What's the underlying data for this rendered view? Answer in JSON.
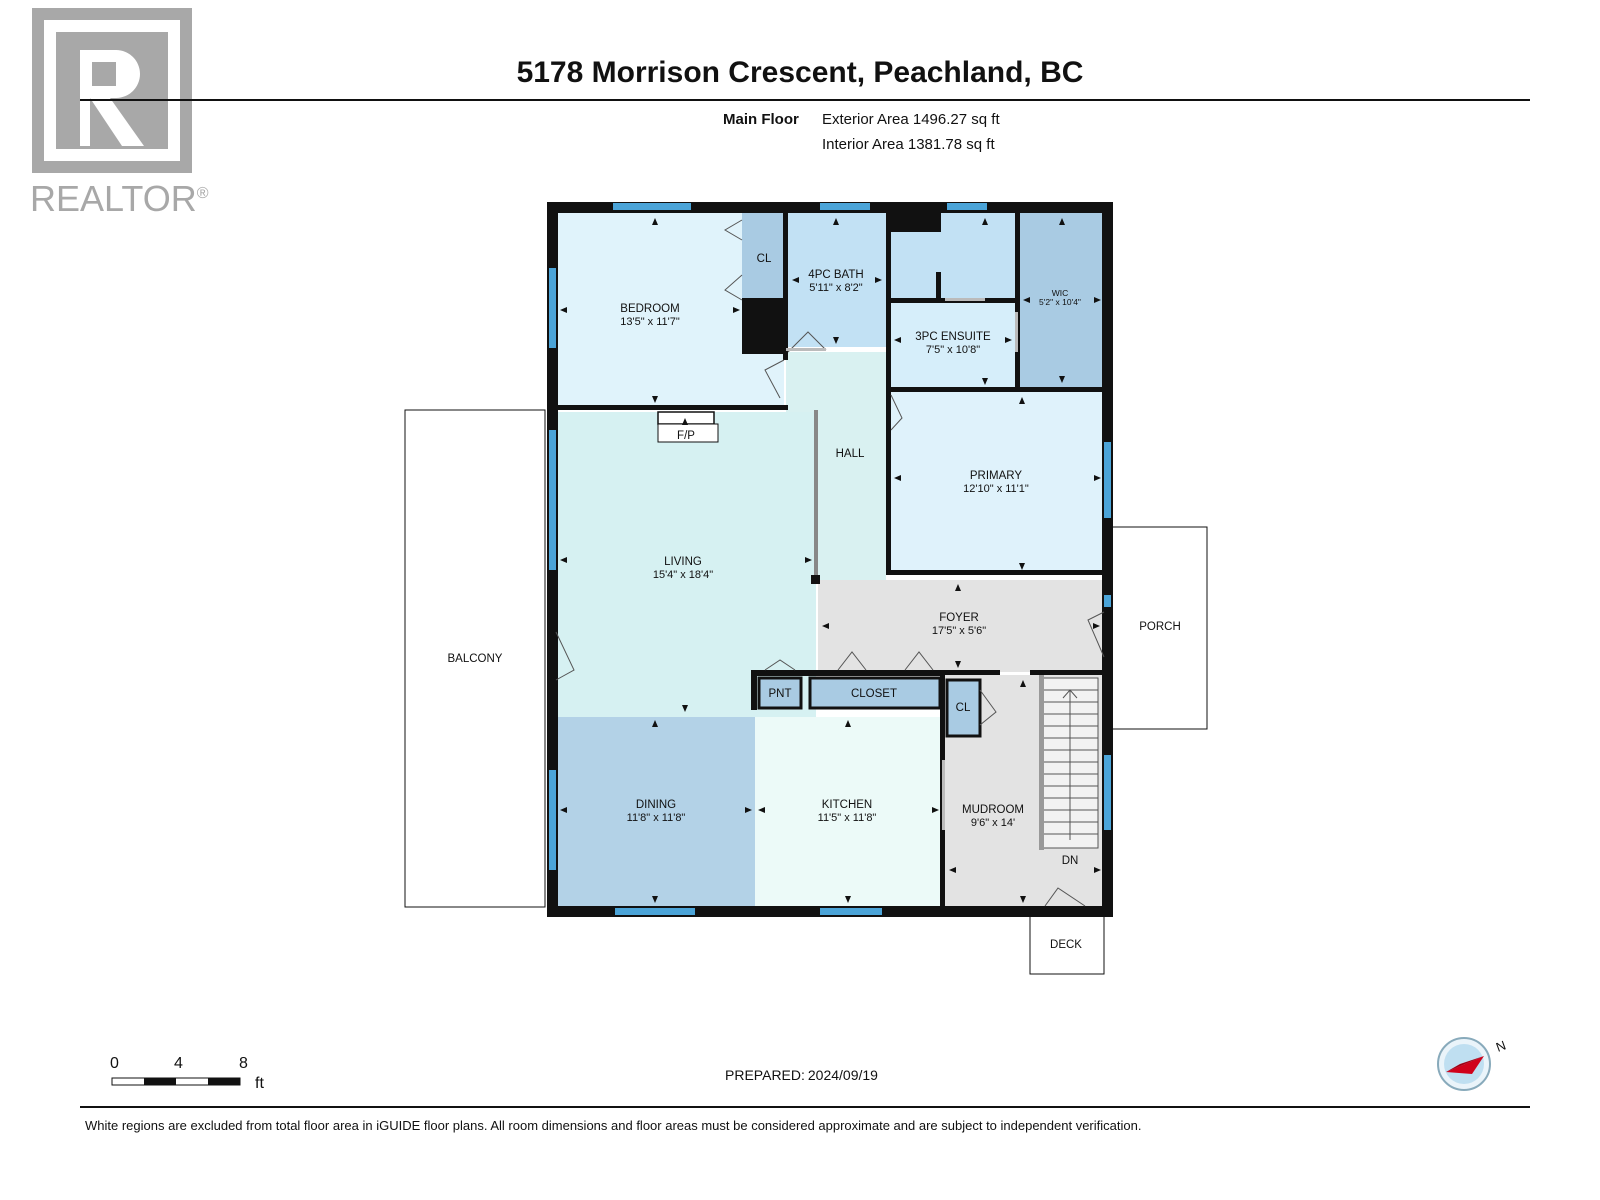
{
  "logo": {
    "name": "REALTOR",
    "registered": "®",
    "letter": "R"
  },
  "header": {
    "title": "5178 Morrison Crescent, Peachland, BC",
    "floor_label": "Main Floor",
    "exterior_area": "Exterior Area 1496.27 sq ft",
    "interior_area": "Interior Area 1381.78 sq ft"
  },
  "rooms": {
    "bedroom": {
      "name": "BEDROOM",
      "dims": "13'5\" x 11'7\""
    },
    "cl_bedroom": {
      "name": "CL"
    },
    "bath4": {
      "name": "4PC BATH",
      "dims": "5'11\" x 8'2\""
    },
    "ensuite": {
      "name": "3PC ENSUITE",
      "dims": "7'5\" x 10'8\""
    },
    "wic": {
      "name": "WIC",
      "dims": "5'2\" x 10'4\""
    },
    "hall": {
      "name": "HALL"
    },
    "primary": {
      "name": "PRIMARY",
      "dims": "12'10\" x 11'1\""
    },
    "fp": {
      "name": "F/P"
    },
    "living": {
      "name": "LIVING",
      "dims": "15'4\" x 18'4\""
    },
    "foyer": {
      "name": "FOYER",
      "dims": "17'5\" x 5'6\""
    },
    "porch": {
      "name": "PORCH"
    },
    "balcony": {
      "name": "BALCONY"
    },
    "pnt": {
      "name": "PNT"
    },
    "closet": {
      "name": "CLOSET"
    },
    "cl_mud": {
      "name": "CL"
    },
    "dining": {
      "name": "DINING",
      "dims": "11'8\" x 11'8\""
    },
    "kitchen": {
      "name": "KITCHEN",
      "dims": "11'5\" x 11'8\""
    },
    "mudroom": {
      "name": "MUDROOM",
      "dims": "9'6\" x 14'"
    },
    "stairs_dn": {
      "name": "DN"
    },
    "deck": {
      "name": "DECK"
    }
  },
  "scale": {
    "ticks": [
      "0",
      "4",
      "8"
    ],
    "unit": "ft"
  },
  "compass": {
    "label": "N"
  },
  "footer": {
    "prepared_label": "PREPARED:",
    "prepared_date": "2024/09/19",
    "disclaimer": "White regions are excluded from total floor area in iGUIDE floor plans. All room dimensions and floor areas must be considered approximate and are subject to independent verification."
  },
  "colors": {
    "bedroom": "#e0f3fb",
    "closet": "#a9cbe3",
    "bath": "#c2e1f4",
    "ensuite": "#d6eefa",
    "wic": "#a9cbe3",
    "hall": "#d9f1f1",
    "primary": "#dff2fb",
    "living": "#d6f1f2",
    "foyer": "#e3e3e3",
    "dining": "#b3d2e7",
    "kitchen": "#ecfaf8",
    "mudroom": "#e3e3e3",
    "wall": "#111111",
    "window": "#4ba4d8"
  }
}
